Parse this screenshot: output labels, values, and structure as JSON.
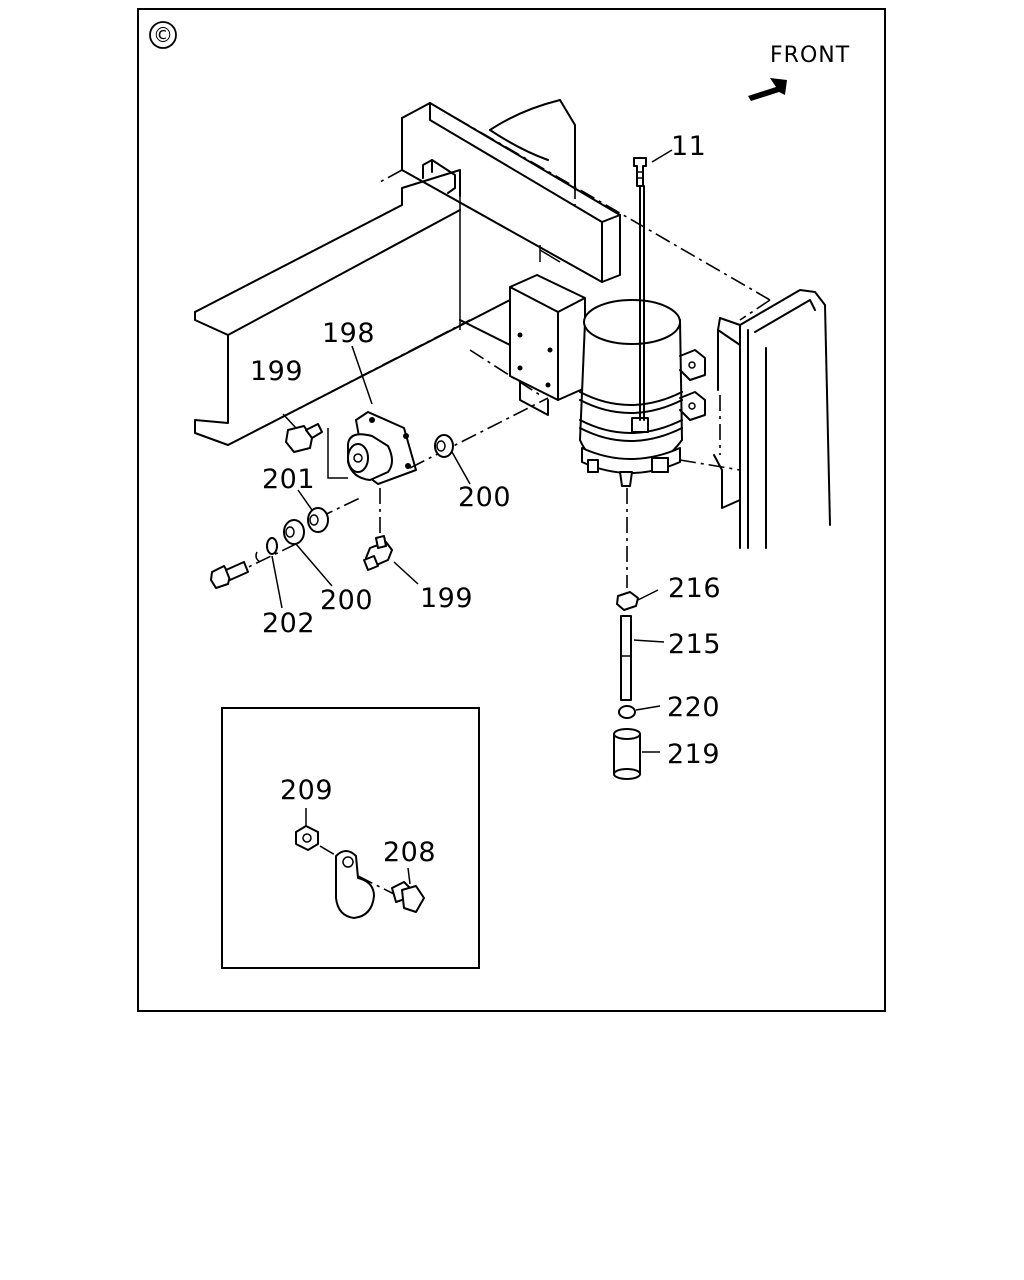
{
  "corner_mark": "©",
  "direction": {
    "label": "FRONT"
  },
  "callouts": {
    "c11": "11",
    "c198": "198",
    "c199a": "199",
    "c199b": "199",
    "c200a": "200",
    "c200b": "200",
    "c201": "201",
    "c202": "202",
    "c216": "216",
    "c215": "215",
    "c220": "220",
    "c219": "219",
    "c209": "209",
    "c208": "208"
  }
}
